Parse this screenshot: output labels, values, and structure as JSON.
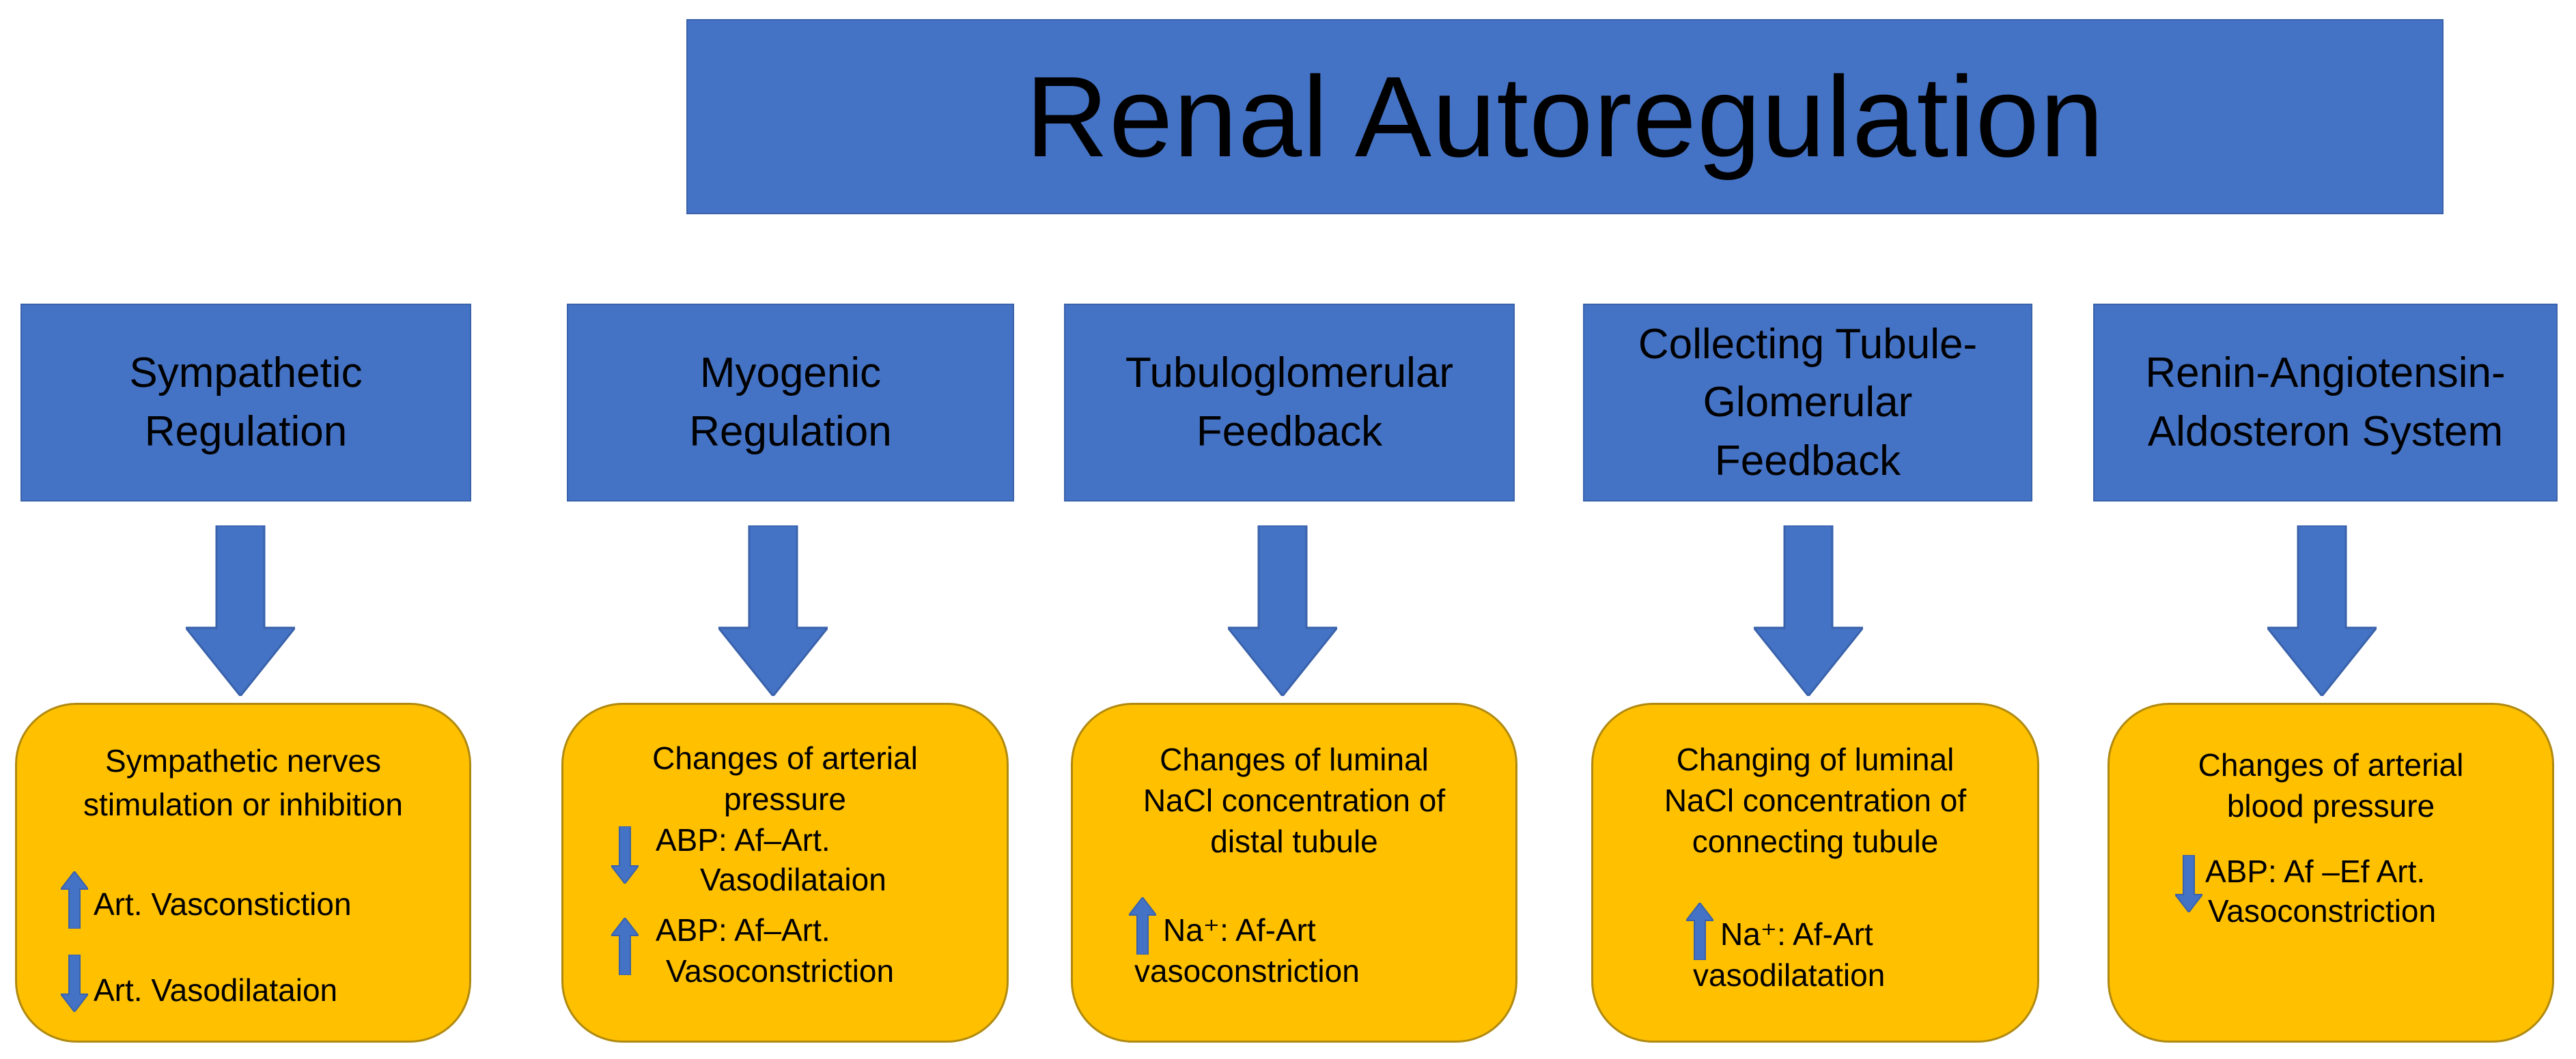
{
  "title": "Renal Autoregulation",
  "columns": [
    {
      "header": [
        "Sympathetic",
        "Regulation"
      ],
      "details": [
        "Sympathetic nerves",
        "stimulation or inhibition",
        "Art. Vasconstiction",
        "Art. Vasodilataion"
      ],
      "indicators": [
        "up",
        "down"
      ]
    },
    {
      "header": [
        "Myogenic",
        "Regulation"
      ],
      "details": [
        "Changes of arterial",
        "pressure",
        "ABP: Af–Art.",
        "Vasodilataion",
        "ABP: Af–Art.",
        "Vasoconstriction"
      ],
      "indicators": [
        "down",
        "up"
      ]
    },
    {
      "header": [
        "Tubuloglomerular",
        "Feedback"
      ],
      "details": [
        "Changes  of luminal",
        "NaCl concentration of",
        "distal tubule",
        "Na⁺: Af-Art",
        "vasoconstriction"
      ],
      "indicators": [
        "up"
      ]
    },
    {
      "header": [
        "Collecting Tubule-",
        "Glomerular",
        "Feedback"
      ],
      "details": [
        "Changing of luminal",
        "NaCl concentration of",
        "connecting tubule",
        "Na⁺: Af-Art",
        "vasodilatation"
      ],
      "indicators": [
        "up"
      ]
    },
    {
      "header": [
        "Renin-Angiotensin-",
        "Aldosteron System"
      ],
      "details": [
        "Changes of arterial",
        "blood pressure",
        "ABP: Af –Ef Art.",
        "Vasoconstriction"
      ],
      "indicators": [
        "down"
      ]
    }
  ],
  "colors": {
    "blue_box": "#4472C4",
    "orange_box": "#FFC000",
    "text": "#000000"
  },
  "icons": [
    "down-arrow-icon",
    "up-arrow-icon"
  ]
}
